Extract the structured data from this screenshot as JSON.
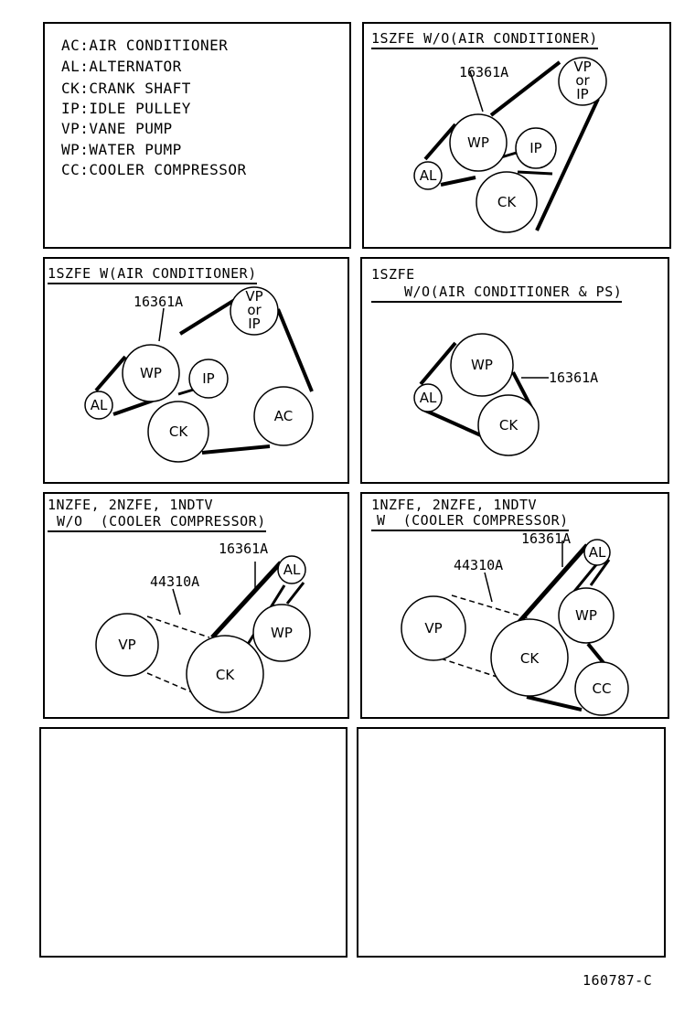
{
  "legend": {
    "items": [
      "AC:AIR CONDITIONER",
      "AL:ALTERNATOR",
      "CK:CRANK SHAFT",
      "IP:IDLE PULLEY",
      "VP:VANE PUMP",
      "WP:WATER PUMP",
      "CC:COOLER COMPRESSOR"
    ]
  },
  "panels": {
    "p1": {
      "title": "1SZFE W/O(AIR CONDITIONER)",
      "part": "16361A",
      "labels": {
        "wp": "WP",
        "ip": "IP",
        "al": "AL",
        "ck": "CK",
        "vp1": "VP",
        "vp2": "or",
        "vp3": "IP"
      }
    },
    "p2": {
      "title": "1SZFE W(AIR CONDITIONER)",
      "part": "16361A",
      "labels": {
        "wp": "WP",
        "ip": "IP",
        "al": "AL",
        "ck": "CK",
        "ac": "AC",
        "vp1": "VP",
        "vp2": "or",
        "vp3": "IP"
      }
    },
    "p3": {
      "title1": "1SZFE",
      "title2": "W/O(AIR CONDITIONER & PS)",
      "part": "16361A",
      "labels": {
        "wp": "WP",
        "al": "AL",
        "ck": "CK"
      }
    },
    "p4": {
      "title1": "1NZFE, 2NZFE, 1NDTV",
      "title2": "W/O  (COOLER COMPRESSOR)",
      "part1": "16361A",
      "part2": "44310A",
      "labels": {
        "vp": "VP",
        "ck": "CK",
        "wp": "WP",
        "al": "AL"
      }
    },
    "p5": {
      "title1": "1NZFE, 2NZFE, 1NDTV",
      "title2": "W  (COOLER COMPRESSOR)",
      "part1": "16361A",
      "part2": "44310A",
      "labels": {
        "vp": "VP",
        "ck": "CK",
        "wp": "WP",
        "al": "AL",
        "cc": "CC"
      }
    }
  },
  "footer": {
    "code": "160787-C"
  }
}
